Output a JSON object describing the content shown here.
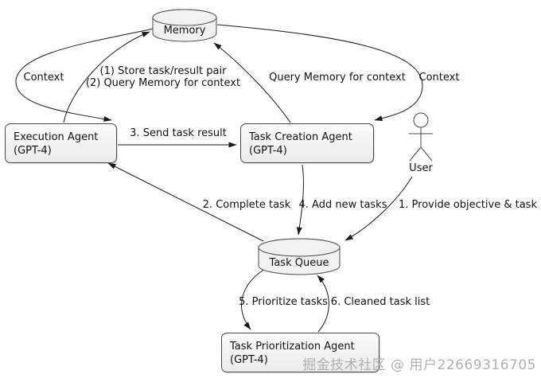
{
  "diagram": {
    "nodes": {
      "memory": {
        "label": "Memory"
      },
      "task_queue": {
        "label": "Task Queue"
      },
      "execution_agent": {
        "title": "Execution Agent",
        "subtitle": "(GPT-4)"
      },
      "task_creation_agent": {
        "title": "Task Creation Agent",
        "subtitle": "(GPT-4)"
      },
      "task_prioritization_agent": {
        "title": "Task Prioritization Agent",
        "subtitle": "(GPT-4)"
      },
      "user": {
        "label": "User"
      }
    },
    "edge_labels": {
      "context_left": "Context",
      "store_query_line1": "(1) Store task/result pair",
      "store_query_line2": "(2) Query Memory for context",
      "query_memory": "Query Memory for context",
      "context_right": "Context",
      "send_task_result": "3. Send task result",
      "complete_task": "2. Complete task",
      "add_new_tasks": "4. Add new tasks",
      "provide_objective": "1. Provide objective & task",
      "prioritize_tasks": "5. Prioritize tasks",
      "cleaned_task_list": "6. Cleaned task list"
    },
    "watermark": "掘金技术社区 @ 用户22669316705",
    "colors": {
      "background": "#ffffff",
      "node_fill": "#f1f1f1",
      "node_border": "#4a4a4a",
      "edge": "#1a1a1a",
      "text": "#111111",
      "watermark": "#b0b0b0"
    }
  }
}
